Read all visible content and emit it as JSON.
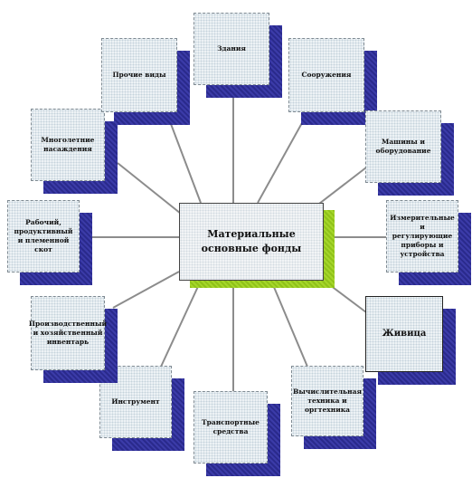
{
  "diagram": {
    "center": {
      "label": "Материальные основные фонды"
    },
    "nodes": [
      {
        "id": "zdaniya",
        "label": "Здания"
      },
      {
        "id": "sooruzheniya",
        "label": "Сооружения"
      },
      {
        "id": "mashiny",
        "label": "Машины и оборудование"
      },
      {
        "id": "izmeritelnye",
        "label": "Измерительные и регулирующие приборы и устройства"
      },
      {
        "id": "zhivnost",
        "label": "Живица"
      },
      {
        "id": "vychislitelnaya",
        "label": "Вычислительная техника и оргтехника"
      },
      {
        "id": "transport",
        "label": "Транспортные средства"
      },
      {
        "id": "instrument",
        "label": "Инструмент"
      },
      {
        "id": "inventar",
        "label": "Производственный и хозяйственный инвентарь"
      },
      {
        "id": "skot",
        "label": "Рабочий, продуктивный и племенной скот"
      },
      {
        "id": "nasazhdeniya",
        "label": "Многолетние насаждения"
      },
      {
        "id": "prochie",
        "label": "Прочие виды"
      }
    ],
    "colors": {
      "box_fill": "#eef3f6",
      "shadow_blue": "#2a2a8c",
      "shadow_green": "#8fc21a",
      "connector": "#8c8c8c"
    }
  }
}
